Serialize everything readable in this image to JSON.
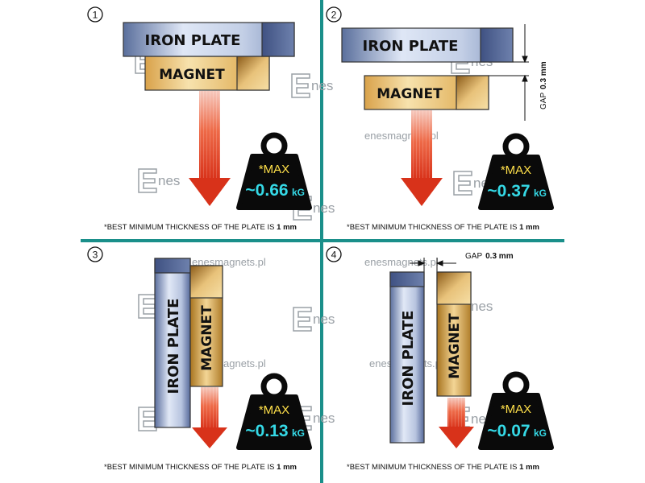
{
  "colors": {
    "divider": "#1a8f8a",
    "iron_light": "#dde6f5",
    "iron_dark": "#4a5f8f",
    "magnet_light": "#f6dfa6",
    "magnet_dark": "#9a6a22",
    "arrow": "#e03a1e",
    "weight": "#0a0a0a",
    "max_label": "#ffe04a",
    "value_label": "#35d9e6",
    "watermark": "#9aa0a6"
  },
  "icons": [
    "weight-icon",
    "arrow-down-icon",
    "dimension-arrow-icon"
  ],
  "watermark": {
    "logo_letters": "nes",
    "site": "enesmagnets.pl"
  },
  "labels": {
    "iron_plate": "IRON PLATE",
    "iron_plate_spaced": "IRON  PLATE",
    "magnet": "MAGNET"
  },
  "panels": [
    {
      "number": "1",
      "max_label": "*MAX",
      "value": "~0.66",
      "unit": "kG",
      "note_prefix": "*BEST MINIMUM THICKNESS OF THE PLATE IS ",
      "note_value": "1 mm"
    },
    {
      "number": "2",
      "max_label": "*MAX",
      "value": "~0.37",
      "unit": "kG",
      "gap_label": "GAP",
      "gap_value": "0.3 mm",
      "note_prefix": "*BEST MINIMUM THICKNESS OF THE PLATE IS ",
      "note_value": "1 mm"
    },
    {
      "number": "3",
      "max_label": "*MAX",
      "value": "~0.13",
      "unit": "kG",
      "note_prefix": "*BEST MINIMUM THICKNESS OF THE PLATE IS ",
      "note_value": "1 mm"
    },
    {
      "number": "4",
      "max_label": "*MAX",
      "value": "~0.07",
      "unit": "kG",
      "gap_label": "GAP",
      "gap_value": "0.3 mm",
      "note_prefix": "*BEST MINIMUM THICKNESS OF THE PLATE IS ",
      "note_value": "1 mm"
    }
  ]
}
